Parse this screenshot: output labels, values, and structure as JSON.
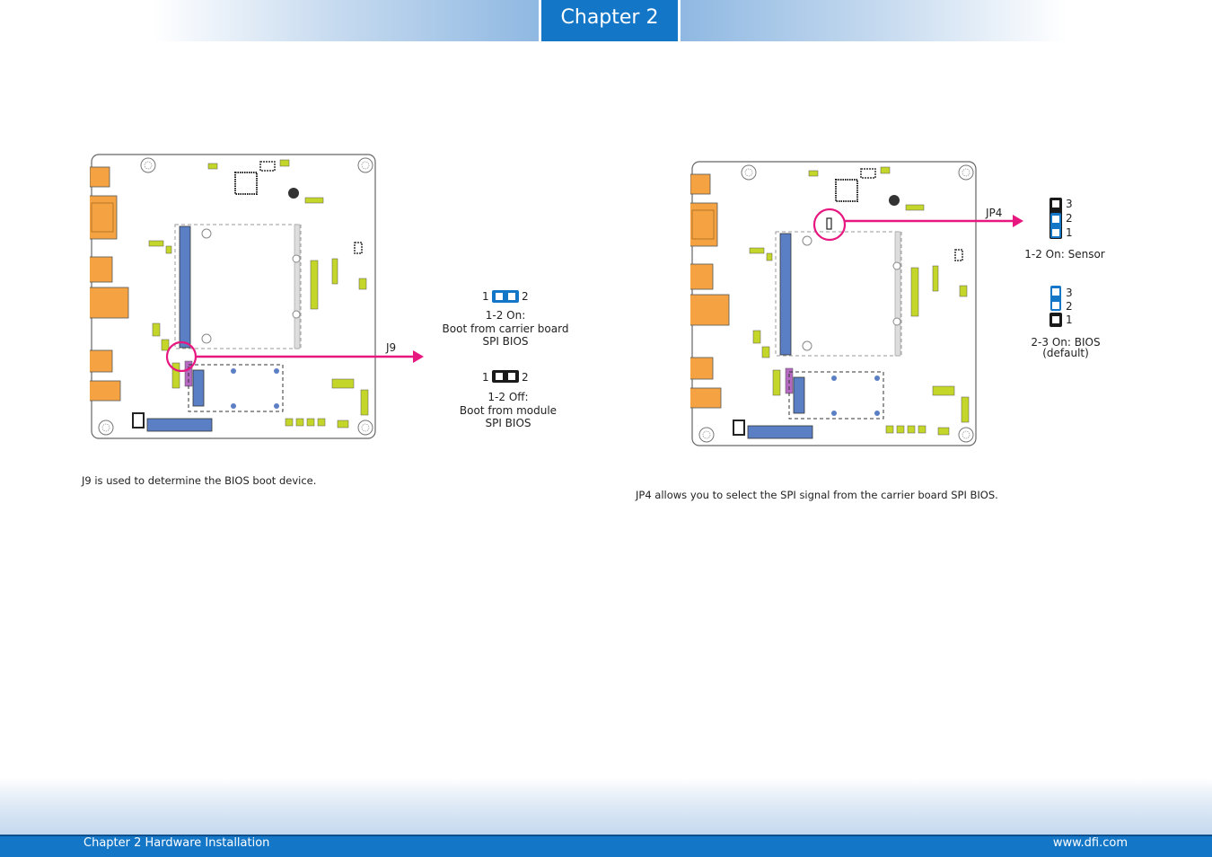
{
  "header": {
    "chapter_label": "Chapter 2"
  },
  "left_section": {
    "connector_label": "J9",
    "setting_on": {
      "pin_left": "1",
      "pin_right": "2",
      "state": "1-2 On:",
      "line1": "Boot from carrier board",
      "line2": "SPI BIOS"
    },
    "setting_off": {
      "pin_left": "1",
      "pin_right": "2",
      "state": "1-2 Off:",
      "line1": "Boot from module",
      "line2": "SPI BIOS"
    },
    "description": "J9 is used to determine the BIOS boot device."
  },
  "right_section": {
    "connector_label": "JP4",
    "setting_sensor": {
      "pin3": "3",
      "pin2": "2",
      "pin1": "1",
      "label": "1-2 On: Sensor"
    },
    "setting_bios": {
      "pin3": "3",
      "pin2": "2",
      "pin1": "1",
      "label_line1": "2-3 On: BIOS",
      "label_line2": "(default)"
    },
    "description": "JP4 allows you to select the SPI signal from the carrier board SPI BIOS."
  },
  "footer": {
    "left_text": "Chapter 2 Hardware Installation",
    "right_text": "www.dfi.com"
  },
  "colors": {
    "accent_blue": "#1476c6",
    "highlight_magenta": "#e6177f",
    "connector_orange": "#f5a342",
    "slot_blue": "#5b7fc4",
    "header_green": "#c4d62a"
  }
}
